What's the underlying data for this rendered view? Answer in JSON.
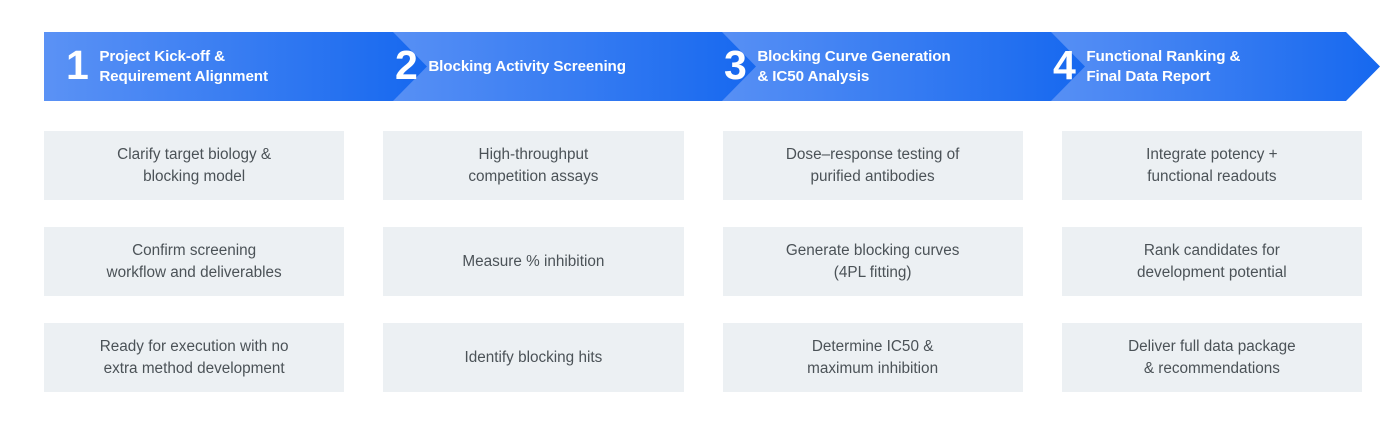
{
  "colors": {
    "chevron_light": "#5b92f5",
    "chevron_dark": "#1668ef",
    "cell_bg": "#ecf0f3",
    "cell_text": "#4b5257",
    "banner_text": "#ffffff",
    "page_bg": "#ffffff"
  },
  "banner": {
    "steps": [
      {
        "number": "1",
        "title": "Project Kick-off &\nRequirement Alignment"
      },
      {
        "number": "2",
        "title": "Blocking Activity Screening"
      },
      {
        "number": "3",
        "title": "Blocking Curve Generation\n& IC50 Analysis"
      },
      {
        "number": "4",
        "title": "Functional Ranking &\nFinal Data Report"
      }
    ]
  },
  "grid": {
    "rows": [
      {
        "cells": [
          "Clarify target biology &\nblocking model",
          "High-throughput\ncompetition assays",
          "Dose–response testing of\npurified antibodies",
          "Integrate potency +\nfunctional readouts"
        ]
      },
      {
        "cells": [
          "Confirm screening\nworkflow and deliverables",
          "Measure % inhibition",
          "Generate blocking curves\n(4PL fitting)",
          "Rank candidates for\ndevelopment potential"
        ]
      },
      {
        "cells": [
          "Ready for execution with no\nextra method development",
          "Identify blocking hits",
          "Determine IC50 &\nmaximum inhibition",
          "Deliver full data package\n& recommendations"
        ]
      }
    ]
  }
}
